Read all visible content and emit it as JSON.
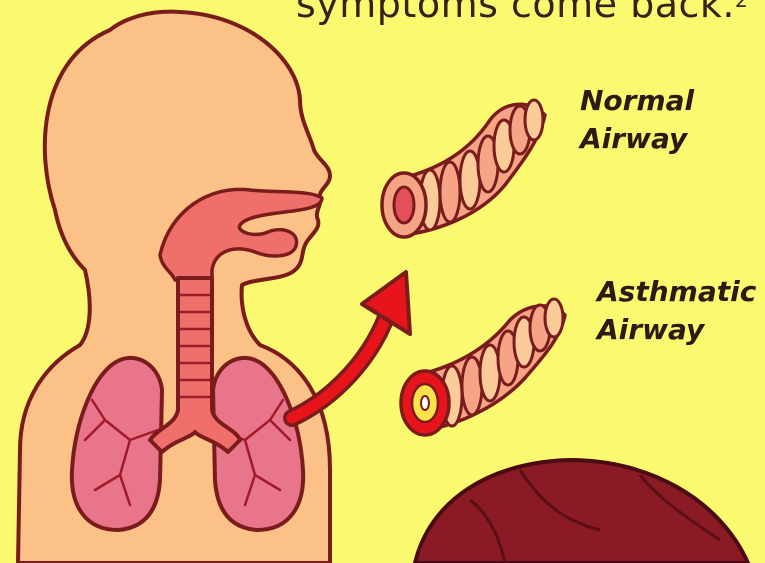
{
  "caption": {
    "text": "symptoms come back.",
    "superscript": "2"
  },
  "labels": {
    "normal_line1": "Normal",
    "normal_line2": "Airway",
    "asthmatic_line1": "Asthmatic",
    "asthmatic_line2": "Airway"
  },
  "colors": {
    "background": "#fbf970",
    "skin": "#fbc186",
    "outline": "#7a1c1c",
    "airway": "#ef6f6a",
    "lung": "#e8758a",
    "arrow": "#e8141c",
    "hair": "#8a1a24"
  },
  "icons": {
    "figure": "human-respiratory-system",
    "normal_airway": "normal-airway-tube",
    "asthmatic_airway": "asthmatic-airway-tube",
    "arrow": "curved-arrow-icon",
    "head": "person-head-hair"
  }
}
